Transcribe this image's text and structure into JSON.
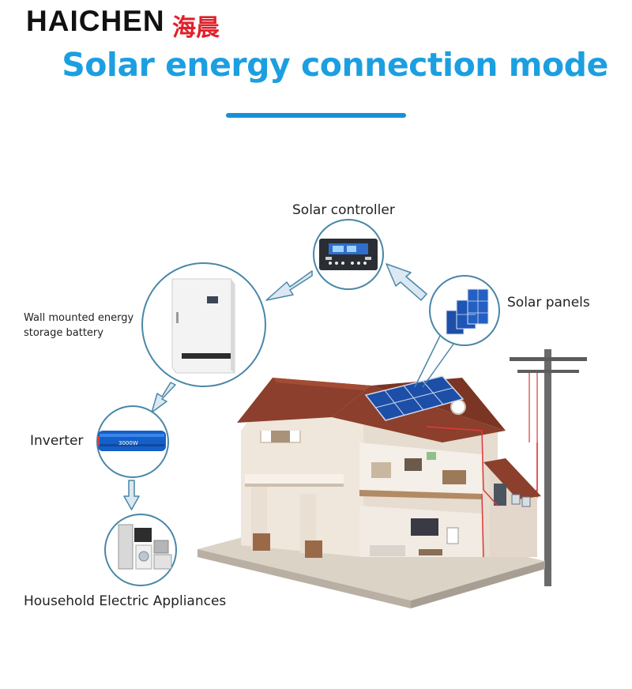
{
  "brand": {
    "name_en": "HAICHEN",
    "name_cn": "海晨"
  },
  "headline": "Solar energy connection mode",
  "components": {
    "controller": "Solar controller",
    "panels": "Solar panels",
    "battery_line1": "Wall mounted energy",
    "battery_line2": "storage battery",
    "inverter": "Inverter",
    "appliances": "Household Electric Appliances"
  },
  "inverter_rating": "3000W",
  "colors": {
    "brand_red": "#e0212a",
    "headline_blue": "#1c9fe0",
    "circle_stroke": "#4a86a8",
    "arrow_fill": "#dbe8f1",
    "roof": "#8b3f2c",
    "wall": "#efe6dc",
    "solar_panel": "#1d4fa8",
    "wiring": "#e03a3a"
  }
}
